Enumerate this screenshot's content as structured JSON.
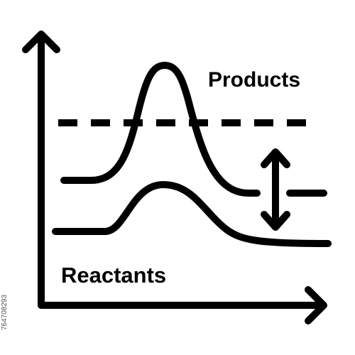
{
  "diagram": {
    "products_label": "Products",
    "reactants_label": "Reactants",
    "stock_id": "764708293",
    "stroke_color": "#000000",
    "background_color": "#ffffff",
    "icons": [
      "y-axis-arrow-icon",
      "x-axis-arrow-icon",
      "double-headed-arrow-icon"
    ]
  }
}
